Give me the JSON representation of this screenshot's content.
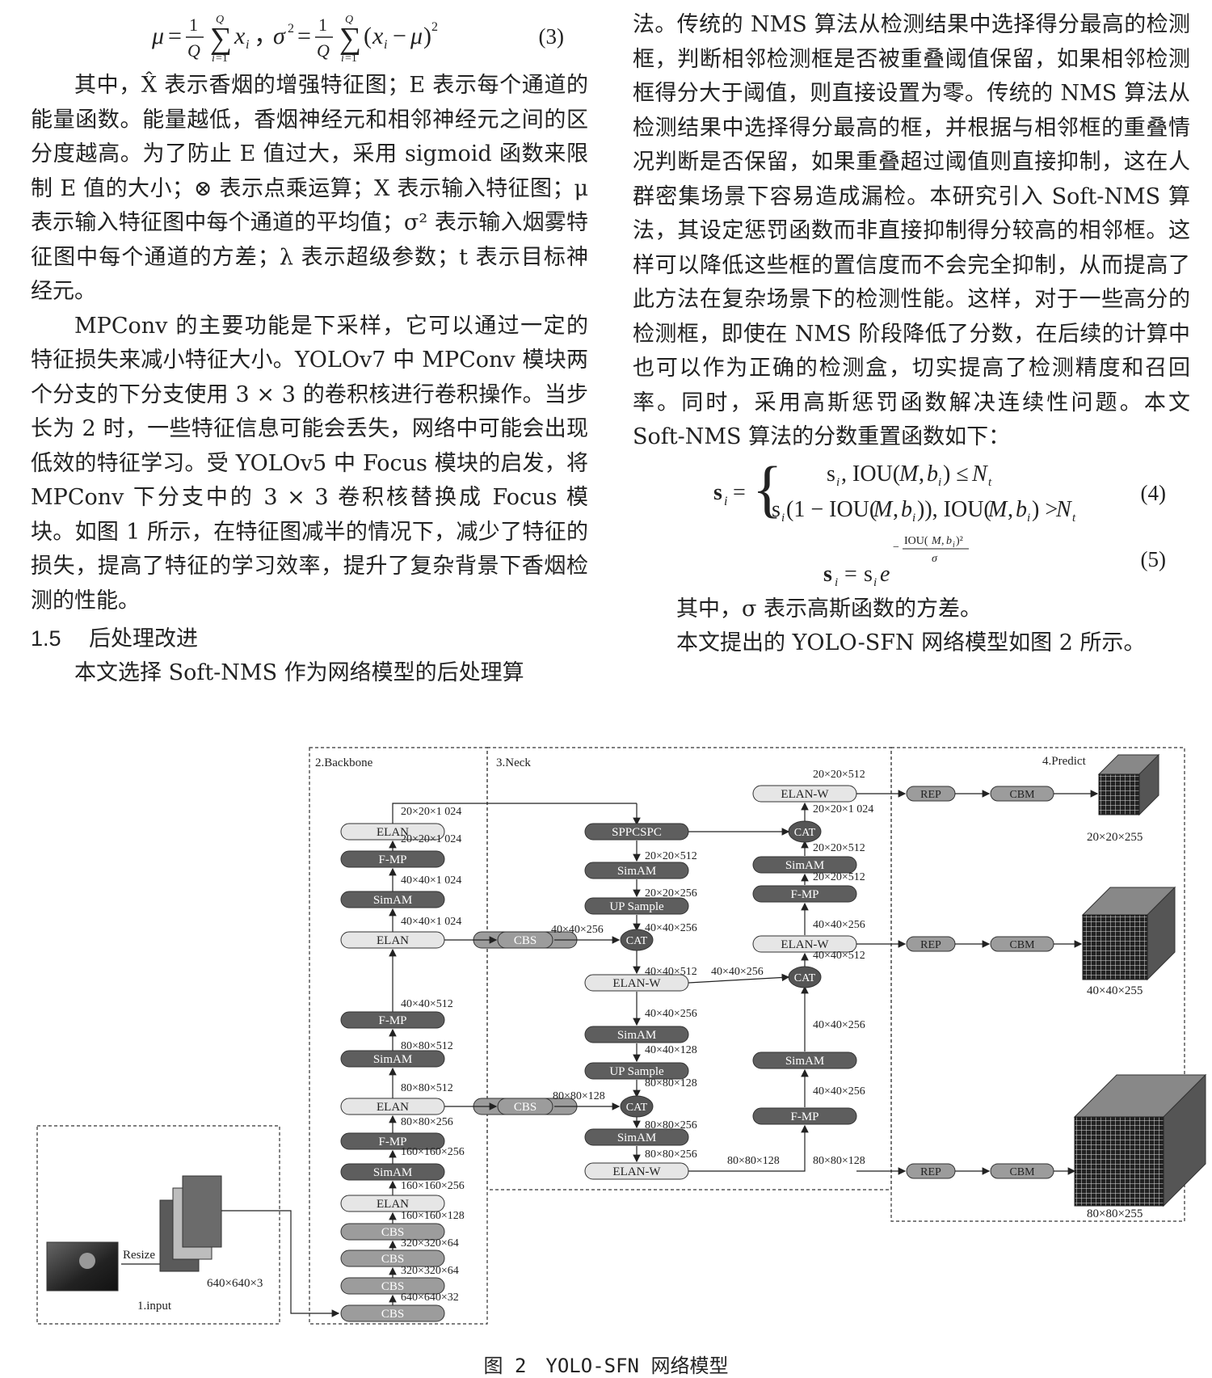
{
  "left_column": {
    "eq3_number": "(3)",
    "p1": "其中，X̂ 表示香烟的增强特征图；E 表示每个通道的能量函数。能量越低，香烟神经元和相邻神经元之间的区分度越高。为了防止 E 值过大，采用 sigmoid 函数来限制 E 值的大小；⊗ 表示点乘运算；X 表示输入特征图；μ 表示输入特征图中每个通道的平均值；σ² 表示输入烟雾特征图中每个通道的方差；λ 表示超级参数；t 表示目标神经元。",
    "p2": "MPConv 的主要功能是下采样，它可以通过一定的特征损失来减小特征大小。YOLOv7 中 MPConv 模块两个分支的下分支使用 3 × 3 的卷积核进行卷积操作。当步长为 2 时，一些特征信息可能会丢失，网络中可能会出现低效的特征学习。受 YOLOv5 中 Focus 模块的启发，将 MPConv 下分支中的 3 × 3 卷积核替换成 Focus 模块。如图 1 所示，在特征图减半的情况下，减少了特征的损失，提高了特征的学习效率，提升了复杂背景下香烟检测的性能。",
    "section_number": "1.5",
    "section_title": "后处理改进",
    "p3": "本文选择 Soft-NMS 作为网络模型的后处理算"
  },
  "right_column": {
    "p1": "法。传统的 NMS 算法从检测结果中选择得分最高的检测框，判断相邻检测框是否被重叠阈值保留，如果相邻检测框得分大于阈值，则直接设置为零。传统的 NMS 算法从检测结果中选择得分最高的框，并根据与相邻框的重叠情况判断是否保留，如果重叠超过阈值则直接抑制，这在人群密集场景下容易造成漏检。本研究引入 Soft-NMS 算法，其设定惩罚函数而非直接抑制得分较高的相邻框。这样可以降低这些框的置信度而不会完全抑制，从而提高了此方法在复杂场景下的检测性能。这样，对于一些高分的检测框，即使在 NMS 阶段降低了分数，在后续的计算中也可以作为正确的检测盒，切实提高了检测精度和召回率。同时，采用高斯惩罚函数解决连续性问题。本文 Soft-NMS 算法的分数重置函数如下：",
    "eq4_number": "(4)",
    "eq5_number": "(5)",
    "p2": "其中，σ 表示高斯函数的方差。",
    "p3": "本文提出的 YOLO-SFN 网络模型如图 2 所示。"
  },
  "figure": {
    "caption": "图 2　YOLO-SFN 网络模型",
    "sections": {
      "input": "1.input",
      "backbone": "2.Backbone",
      "neck": "3.Neck",
      "predict": "4.Predict"
    },
    "resize_label": "Resize",
    "input_size": "640×640×3",
    "modules": {
      "elan": "ELAN",
      "fmp": "F-MP",
      "simam": "SimAM",
      "cbs": "CBS",
      "cat": "CAT",
      "sppcspc": "SPPCSPC",
      "upsample": "UP Sample",
      "elanw": "ELAN-W",
      "rep": "REP",
      "cbm": "CBM"
    },
    "outputs": [
      "20×20×255",
      "40×40×255",
      "80×80×255"
    ],
    "backbone_labels": [
      "20×20×1 024",
      "20×20×1 024",
      "40×40×1 024",
      "40×40×1 024",
      "40×40×512",
      "80×80×512",
      "80×80×512",
      "80×80×256",
      "160×160×256",
      "160×160×256",
      "160×160×128",
      "320×320×64",
      "320×320×64",
      "640×640×32"
    ],
    "neck_labels": [
      "40×40×256",
      "20×20×512",
      "20×20×256",
      "40×40×256",
      "40×40×512",
      "40×40×256",
      "40×40×256",
      "40×40×128",
      "80×80×128",
      "80×80×128",
      "80×80×256",
      "80×80×256",
      "80×80×128"
    ],
    "pan_labels": [
      "20×20×512",
      "20×20×1 024",
      "20×20×512",
      "20×20×512",
      "40×40×256",
      "40×40×512",
      "40×40×256",
      "40×40×256",
      "80×80×128"
    ]
  }
}
